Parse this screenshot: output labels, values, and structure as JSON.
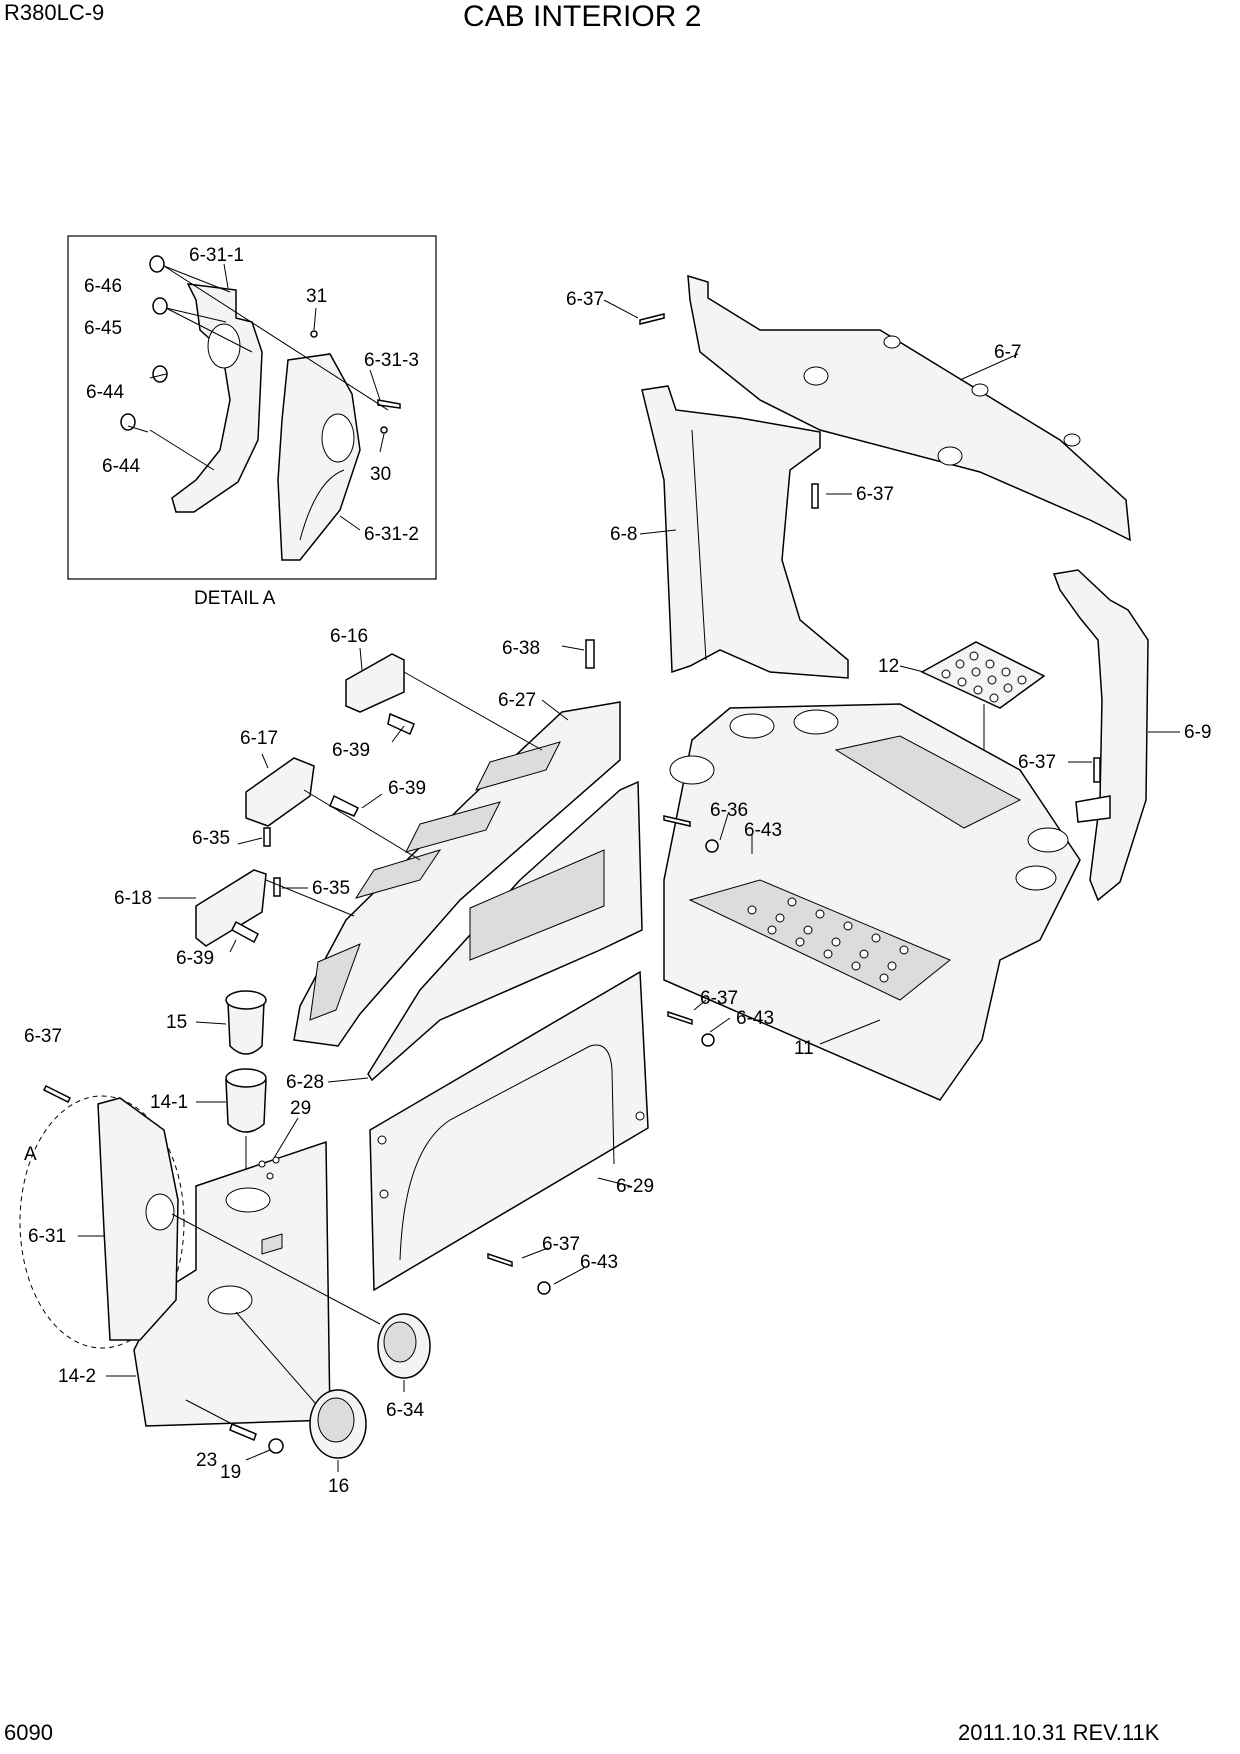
{
  "header": {
    "model": "R380LC-9",
    "title": "CAB INTERIOR 2"
  },
  "footer": {
    "page_number": "6090",
    "date_revision": "2011.10.31  REV.11K"
  },
  "detail": {
    "caption": "DETAIL A",
    "marker": "A"
  },
  "callouts": {
    "c_6_31_1": "6-31-1",
    "c_6_46": "6-46",
    "c_31": "31",
    "c_6_45": "6-45",
    "c_6_31_3": "6-31-3",
    "c_6_44a": "6-44",
    "c_30": "30",
    "c_6_44b": "6-44",
    "c_6_31_2": "6-31-2",
    "c_6_37a": "6-37",
    "c_6_7": "6-7",
    "c_6_37b": "6-37",
    "c_6_8": "6-8",
    "c_6_16": "6-16",
    "c_6_38": "6-38",
    "c_12": "12",
    "c_6_27": "6-27",
    "c_6_9": "6-9",
    "c_6_39a": "6-39",
    "c_6_17": "6-17",
    "c_6_37c": "6-37",
    "c_6_39b": "6-39",
    "c_6_36": "6-36",
    "c_6_43a": "6-43",
    "c_6_35a": "6-35",
    "c_6_35b": "6-35",
    "c_6_18": "6-18",
    "c_6_39c": "6-39",
    "c_6_37d": "6-37",
    "c_15": "15",
    "c_6_43b": "6-43",
    "c_11": "11",
    "c_6_37e": "6-37",
    "c_6_28": "6-28",
    "c_14_1": "14-1",
    "c_29": "29",
    "c_6_29": "6-29",
    "c_6_31": "6-31",
    "c_6_37f": "6-37",
    "c_6_43c": "6-43",
    "c_14_2": "14-2",
    "c_6_34": "6-34",
    "c_23": "23",
    "c_19": "19",
    "c_16": "16"
  }
}
